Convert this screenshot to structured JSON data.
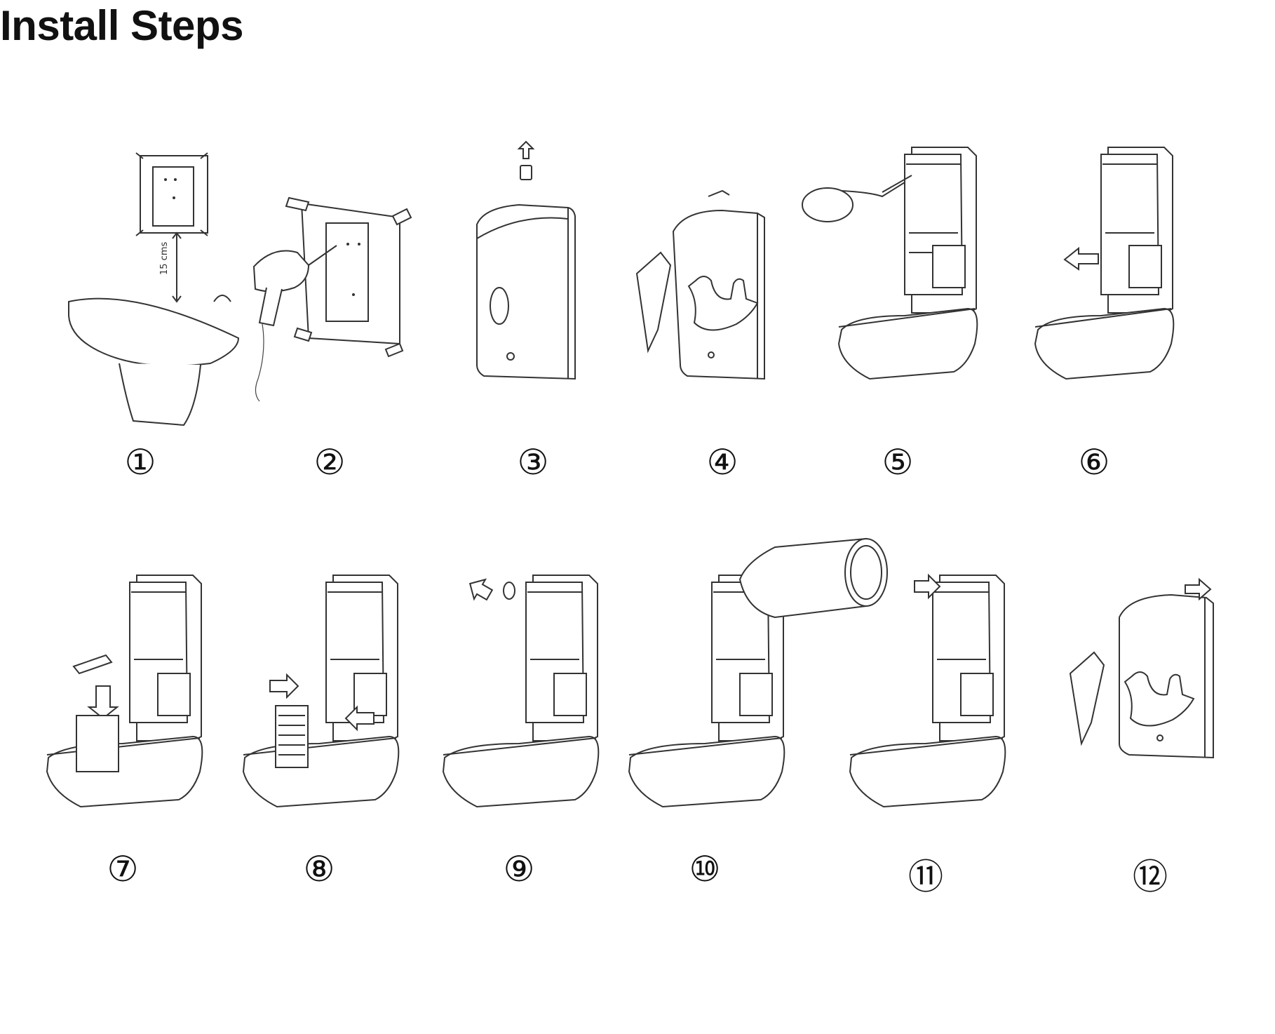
{
  "header": {
    "title": "Install Steps"
  },
  "steps": [
    {
      "number": "①",
      "icon": "sink-template-measure-icon",
      "label_15cm": "15 cms"
    },
    {
      "number": "②",
      "icon": "drill-wall-template-icon"
    },
    {
      "number": "③",
      "icon": "dispenser-unlock-key-icon"
    },
    {
      "number": "④",
      "icon": "open-cover-hand-icon"
    },
    {
      "number": "⑤",
      "icon": "screwdriver-mount-icon"
    },
    {
      "number": "⑥",
      "icon": "remove-battery-box-icon"
    },
    {
      "number": "⑦",
      "icon": "insert-batteries-icon"
    },
    {
      "number": "⑧",
      "icon": "replace-battery-box-icon"
    },
    {
      "number": "⑨",
      "icon": "remove-cap-icon"
    },
    {
      "number": "⑩",
      "icon": "fill-bottle-icon"
    },
    {
      "number": "⑪",
      "icon": "reinsert-bottle-icon"
    },
    {
      "number": "⑫",
      "icon": "close-cover-hand-icon"
    }
  ]
}
